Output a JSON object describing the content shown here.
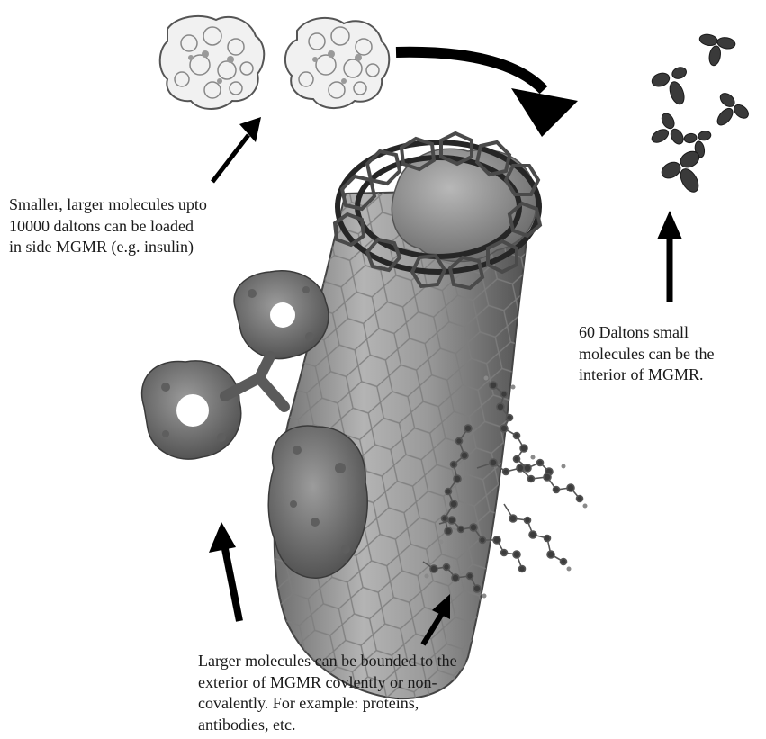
{
  "captions": {
    "inside": "Smaller, larger molecules upto\n10000 daltons can be loaded\nin side MGMR (e.g. insulin)",
    "interior": "60 Daltons small\nmolecules can be the\ninterior of MGMR.",
    "exterior": "Larger molecules can be bounded to the\nexterior of MGMR covlently or non-\ncovalently. For example: proteins,\nantibodies, etc."
  }
}
